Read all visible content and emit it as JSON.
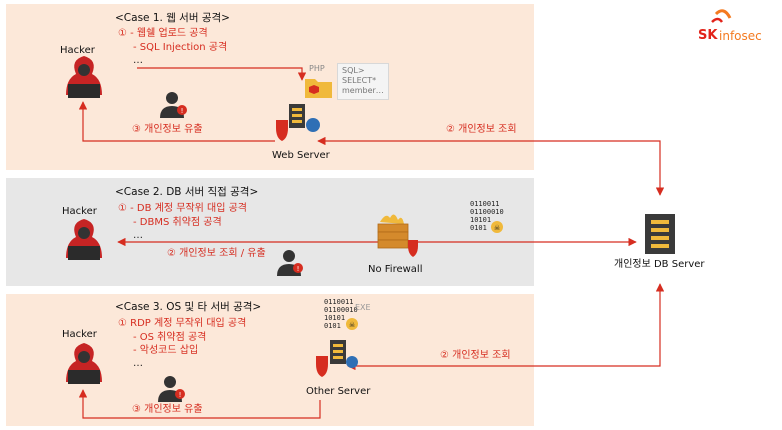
{
  "logo": {
    "mark": "SK",
    "name": "infosec"
  },
  "case1": {
    "title": "<Case 1. 웹 서버 공격>",
    "step1": "① - 웹쉘 업로드 공격",
    "sub1": "- SQL Injection 공격",
    "ellipsis": "…",
    "hacker": "Hacker",
    "server": "Web Server",
    "php": "PHP",
    "sql": [
      "SQL>",
      "SELECT*",
      "member…"
    ],
    "step2": "② 개인정보 조회",
    "step3": "③ 개인정보 유출"
  },
  "case2": {
    "title": "<Case 2. DB 서버 직접 공격>",
    "step1": "① - DB 계정 무작위 대입 공격",
    "sub1": "- DBMS 취약점 공격",
    "ellipsis": "…",
    "hacker": "Hacker",
    "firewall": "No Firewall",
    "step2": "② 개인정보 조회 / 유출",
    "binary": [
      "0110011",
      "01100010",
      "10101",
      "0101"
    ]
  },
  "case3": {
    "title": "<Case 3. OS 및 타 서버 공격>",
    "step1": "① RDP 계정 무작위 대입 공격",
    "sub1": "- OS 취약점 공격",
    "sub2": "- 악성코드 삽입",
    "ellipsis": "…",
    "hacker": "Hacker",
    "server": "Other Server",
    "exe": "EXE",
    "binary": [
      "0110011",
      "01100010",
      "10101",
      "0101"
    ],
    "step2": "② 개인정보 조회",
    "step3": "③ 개인정보 유출"
  },
  "db": {
    "label": "개인정보 DB Server"
  },
  "colors": {
    "accent": "#d62d20",
    "panel_warm": "#fce8d9",
    "panel_gray": "#e7e7e7",
    "icon_dark": "#333333"
  }
}
